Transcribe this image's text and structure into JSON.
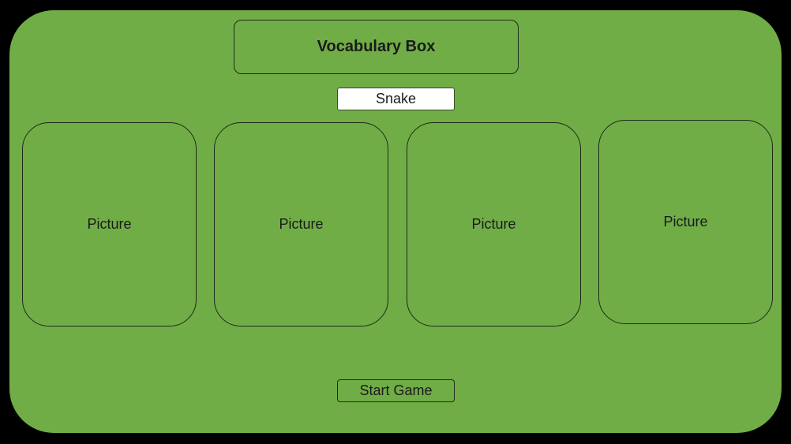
{
  "header": {
    "title": "Vocabulary Box"
  },
  "word": {
    "text": "Snake"
  },
  "cards": [
    {
      "label": "Picture"
    },
    {
      "label": "Picture"
    },
    {
      "label": "Picture"
    },
    {
      "label": "Picture"
    }
  ],
  "actions": {
    "start_label": "Start Game"
  },
  "colors": {
    "background": "#000000",
    "panel": "#70ad47",
    "word_box": "#ffffff",
    "border": "#1f2a17"
  }
}
